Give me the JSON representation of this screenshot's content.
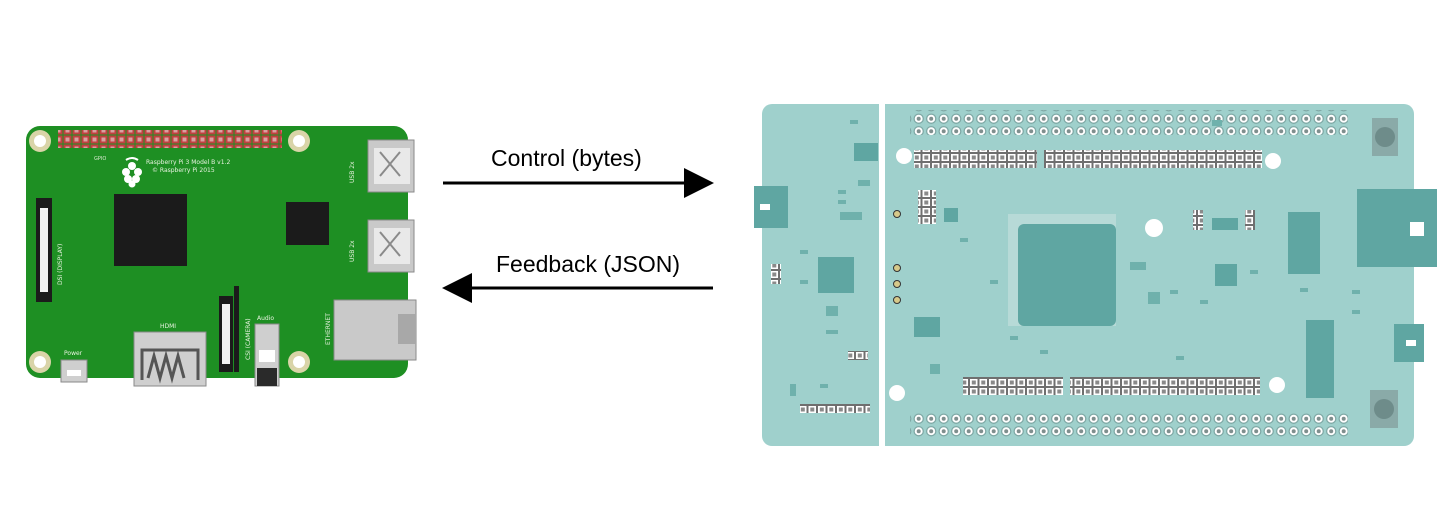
{
  "arrows": {
    "control_label": "Control (bytes)",
    "feedback_label": "Feedback (JSON)"
  },
  "raspberry_pi": {
    "title_line1": "Raspberry Pi 3 Model B v1.2",
    "title_line2": "© Raspberry Pi 2015",
    "gpio_label": "GPIO",
    "usb_label_1": "USB 2x",
    "usb_label_2": "USB 2x",
    "dsi_label": "DSI (DISPLAY)",
    "hdmi_label": "HDMI",
    "csi_label": "CSI (CAMERA)",
    "audio_label": "Audio",
    "ethernet_label": "ETHERNET",
    "power_label": "Power"
  },
  "colors": {
    "rpi_board": "#1e8f23",
    "fpga_board": "#9fd0cc",
    "fpga_chip": "#5fa6a2",
    "arrow": "#000000"
  }
}
